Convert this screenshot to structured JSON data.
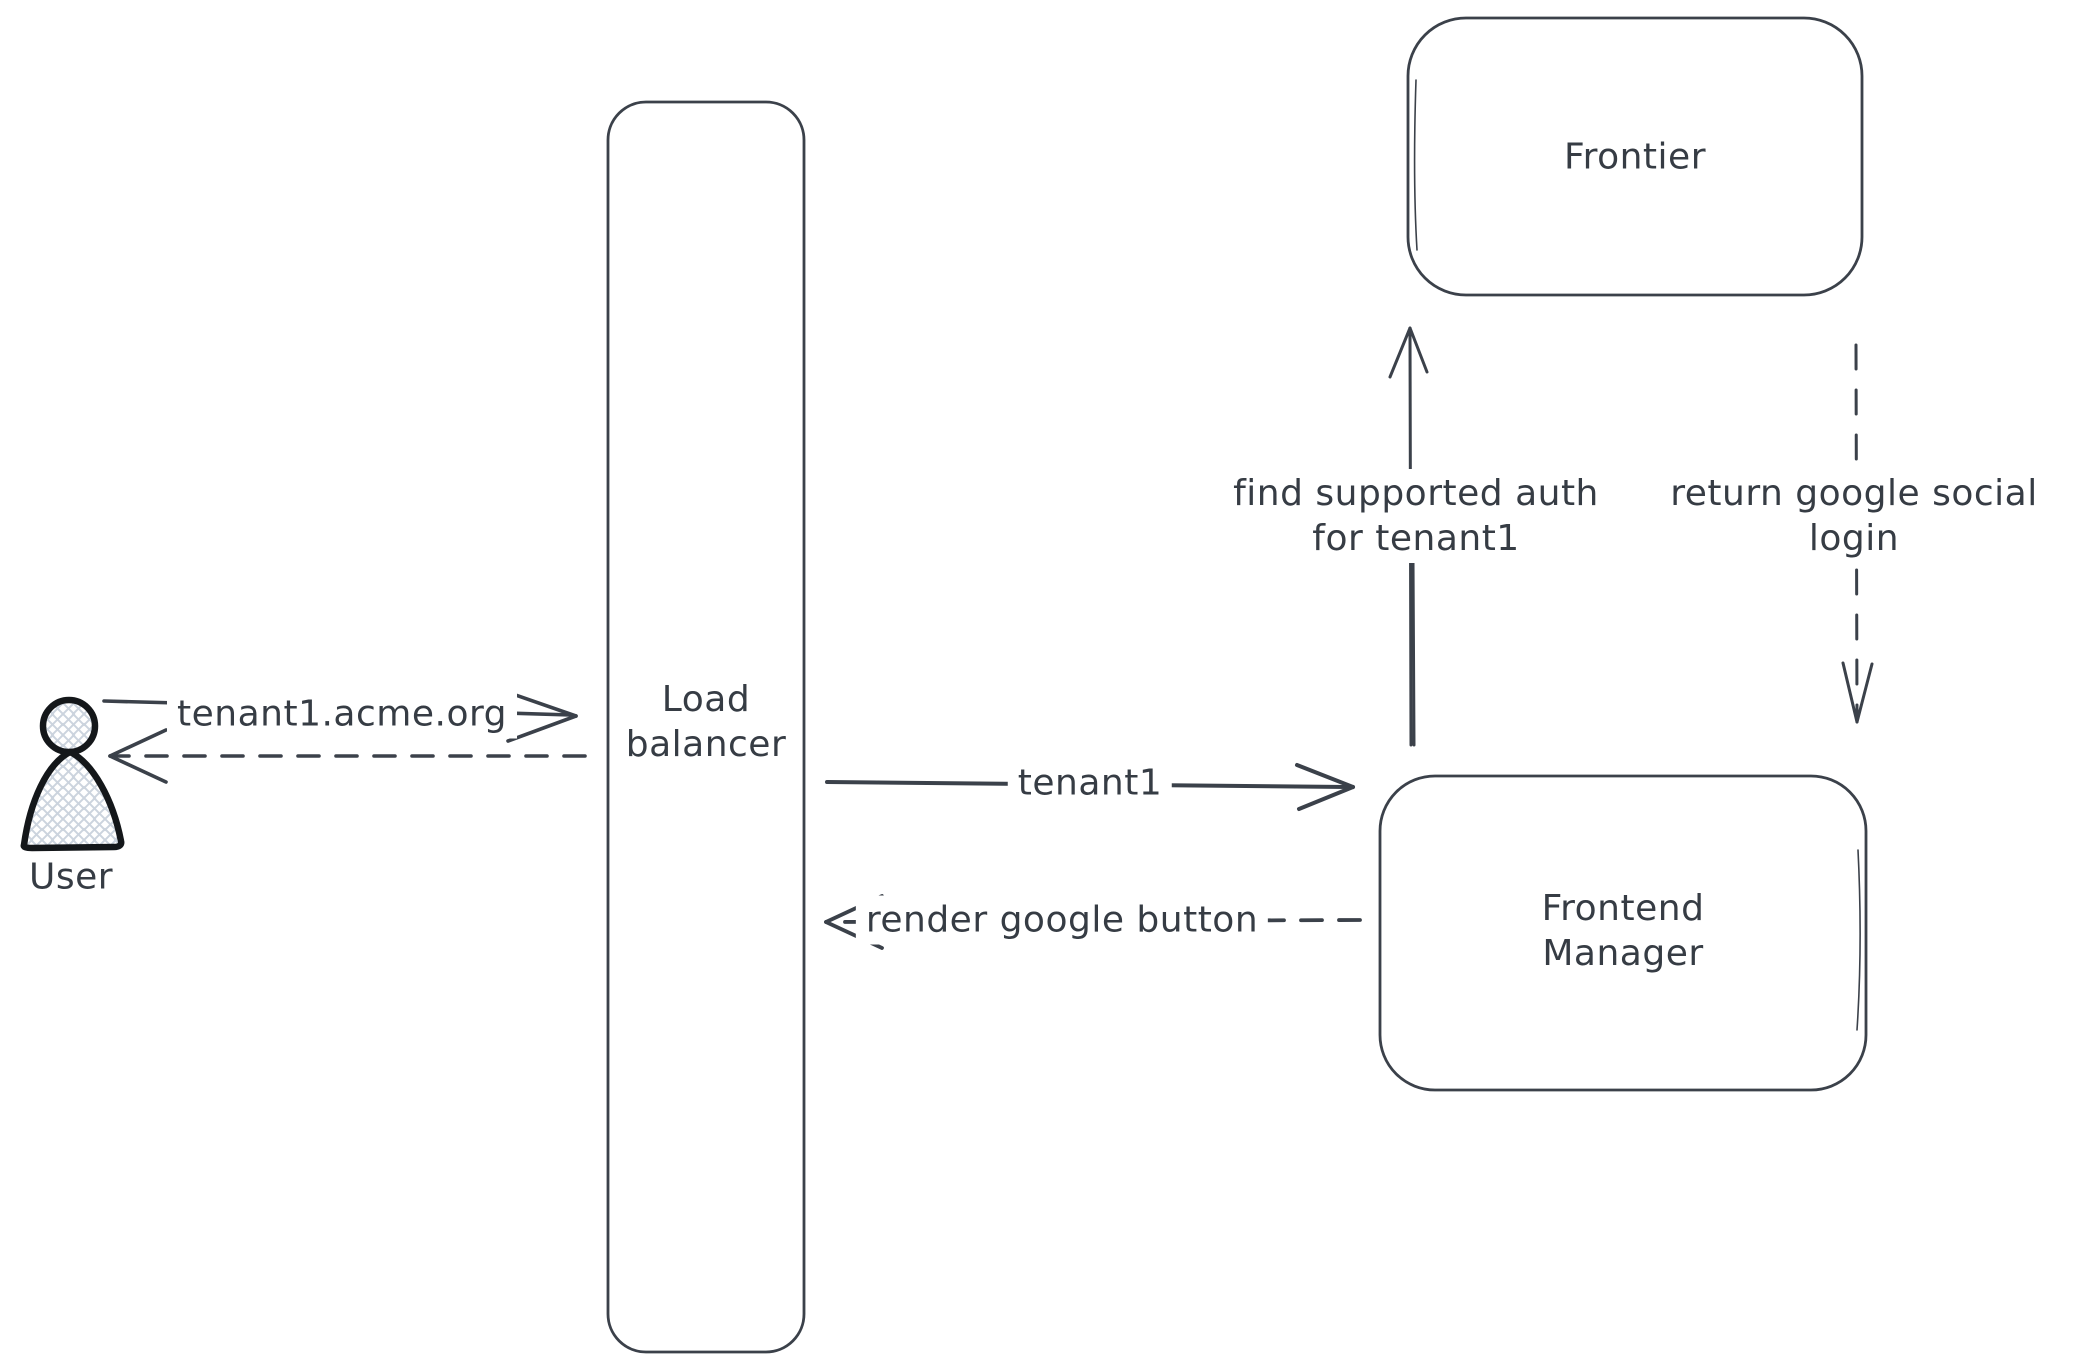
{
  "canvas": {
    "background": "#ffffff"
  },
  "palette": {
    "stroke": "#3b414a",
    "text": "#363c44",
    "user_icon_stroke": "#14171a",
    "user_icon_hatch": "#ccd4de"
  },
  "nodes": {
    "user": {
      "label": "User"
    },
    "load_balancer": {
      "lines": [
        "Load",
        "balancer"
      ]
    },
    "frontier": {
      "label": "Frontier"
    },
    "frontend_manager": {
      "lines": [
        "Frontend",
        "Manager"
      ]
    }
  },
  "messages": {
    "user_to_load_balancer": {
      "label": "tenant1.acme.org",
      "style": "solid",
      "direction": "right"
    },
    "load_balancer_to_user": {
      "label": "",
      "style": "dashed",
      "direction": "left"
    },
    "load_balancer_to_frontend_manager": {
      "label": "tenant1",
      "style": "solid",
      "direction": "right"
    },
    "frontend_manager_to_load_balancer": {
      "label": "render google button",
      "style": "dashed",
      "direction": "left"
    },
    "frontend_manager_to_frontier": {
      "lines": [
        "find supported auth",
        "for tenant1"
      ],
      "style": "solid",
      "direction": "up"
    },
    "frontier_to_frontend_manager": {
      "lines": [
        "return google social",
        "login"
      ],
      "style": "dashed",
      "direction": "down"
    }
  }
}
